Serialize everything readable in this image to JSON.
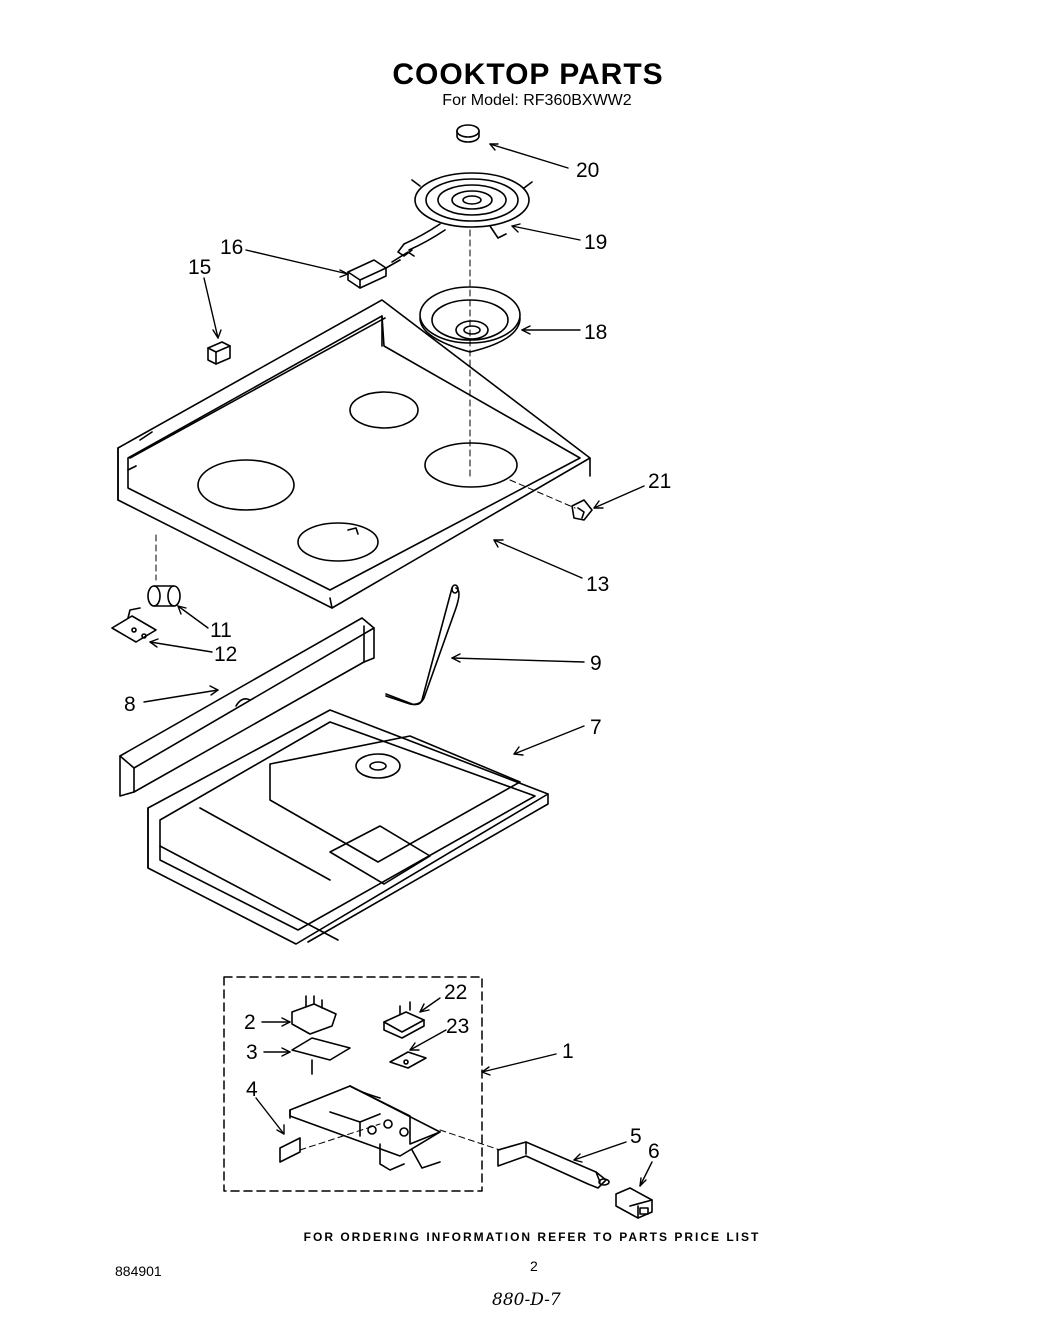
{
  "title": "COOKTOP PARTS",
  "subtitle": "For Model: RF360BXWW2",
  "callouts": [
    "20",
    "19",
    "16",
    "15",
    "18",
    "21",
    "13",
    "11",
    "12",
    "9",
    "8",
    "7",
    "2",
    "22",
    "3",
    "23",
    "1",
    "4",
    "5",
    "6"
  ],
  "footer": {
    "note": "FOR ORDERING INFORMATION REFER TO PARTS PRICE LIST",
    "page_number": "2",
    "document_number": "884901",
    "handwritten_code": "880-D-7"
  }
}
